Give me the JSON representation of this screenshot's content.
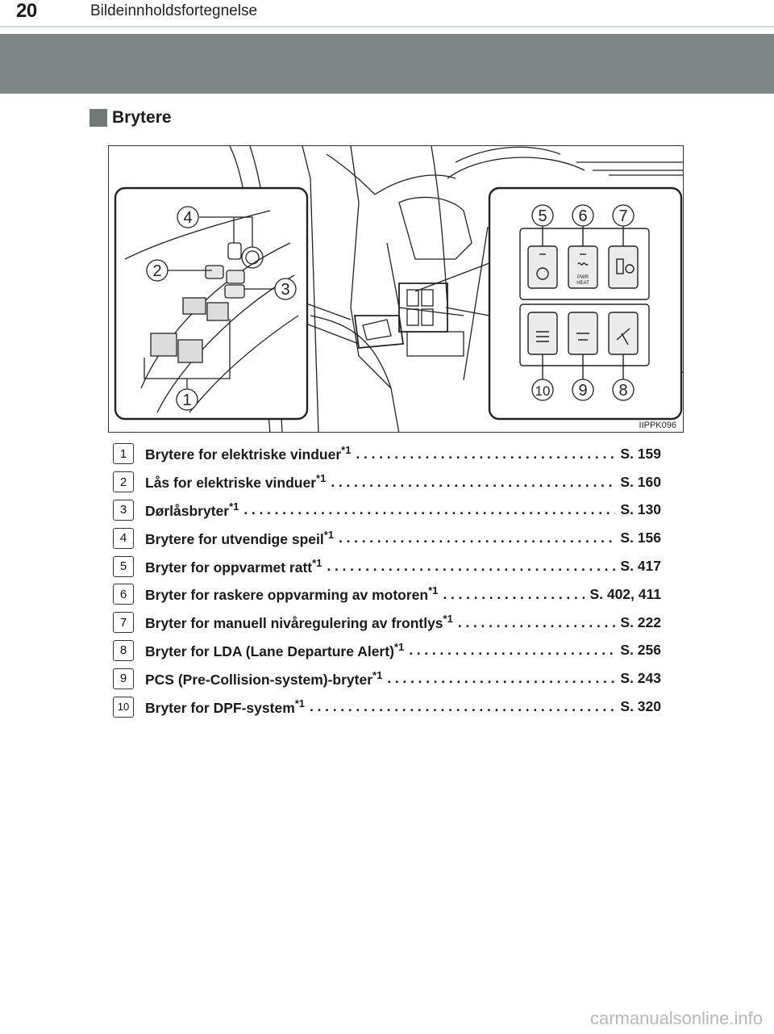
{
  "header": {
    "page_number": "20",
    "section_title": "Bildeinnholdsfortegnelse"
  },
  "subheading": "Brytere",
  "figure": {
    "code": "IIPPK096",
    "callouts": [
      "1",
      "2",
      "3",
      "4",
      "5",
      "6",
      "7",
      "8",
      "9",
      "10"
    ],
    "button_labels": {
      "pwr_heat_top": "PWR",
      "pwr_heat_bottom": "HEAT"
    }
  },
  "items": [
    {
      "num": "1",
      "label": "Brytere for elektriske vinduer",
      "note": "*1",
      "ref": "S. 159"
    },
    {
      "num": "2",
      "label": "Lås for elektriske vinduer",
      "note": "*1",
      "ref": "S. 160"
    },
    {
      "num": "3",
      "label": "Dørlåsbryter",
      "note": "*1",
      "ref": "S. 130"
    },
    {
      "num": "4",
      "label": "Brytere for utvendige speil",
      "note": "*1",
      "ref": "S. 156"
    },
    {
      "num": "5",
      "label": "Bryter for oppvarmet ratt",
      "note": "*1",
      "ref": "S. 417"
    },
    {
      "num": "6",
      "label": "Bryter for raskere oppvarming av motoren",
      "note": "*1",
      "ref": "S. 402, 411"
    },
    {
      "num": "7",
      "label": "Bryter for manuell nivåregulering av frontlys",
      "note": "*1",
      "ref": "S. 222"
    },
    {
      "num": "8",
      "label": "Bryter for LDA (Lane Departure Alert)",
      "note": "*1",
      "ref": "S. 256"
    },
    {
      "num": "9",
      "label": " PCS (Pre-Collision-system)-bryter",
      "note": "*1",
      "ref": "S. 243"
    },
    {
      "num": "10",
      "label": "Bryter for DPF-system",
      "note": "*1",
      "ref": "S. 320"
    }
  ],
  "watermark": "carmanualsonline.info"
}
